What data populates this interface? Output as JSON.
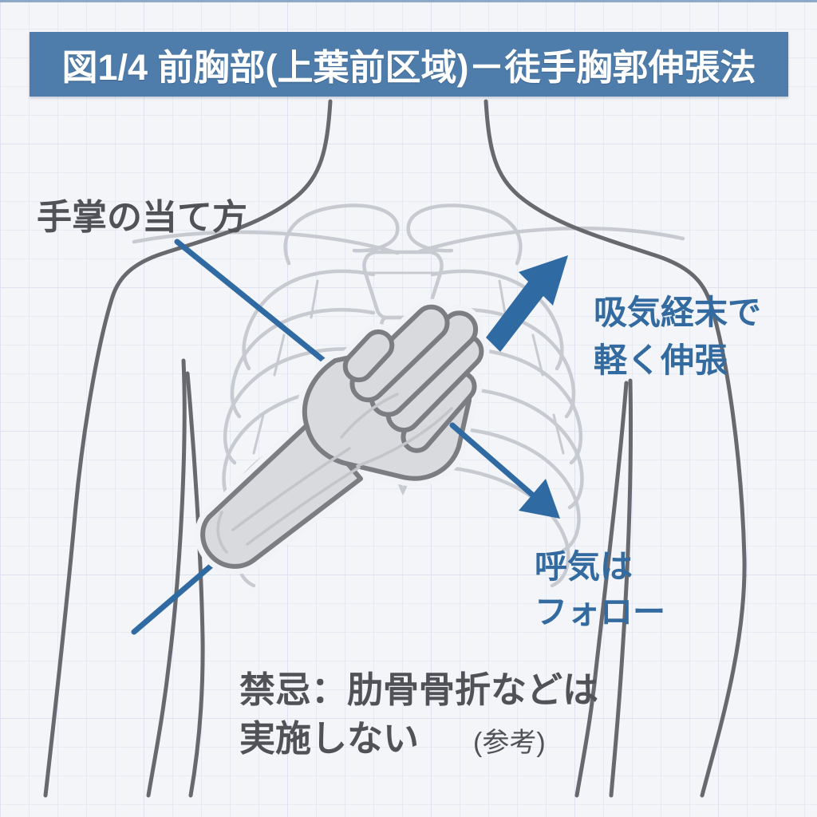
{
  "figure": {
    "title": "図1/4 前胸部(上葉前区域)－徒手胸郭伸張法",
    "labels": {
      "hand_placement": "手掌の当て方",
      "inhale": {
        "line1": "吸気経末で",
        "line2": "軽く伸張"
      },
      "exhale": {
        "line1": "呼気は",
        "line2": "フォロー"
      },
      "contraindication": {
        "line1": "禁忌：肋骨骨折などは",
        "line2": "実施しない",
        "note": "(参考)"
      }
    }
  },
  "colors": {
    "bg": "#f4f5f8",
    "grid": "#e6eaf2",
    "title-bar": "#4e7dab",
    "title-text": "#ffffff",
    "accent-blue": "#2f6aa3",
    "label-blue": "#336a9f",
    "text-dark": "#515257",
    "outline-gray": "#68696e",
    "rib-gray": "#c7cad1",
    "hand-fill": "#d9dade",
    "hand-outline": "#7c7d83"
  }
}
